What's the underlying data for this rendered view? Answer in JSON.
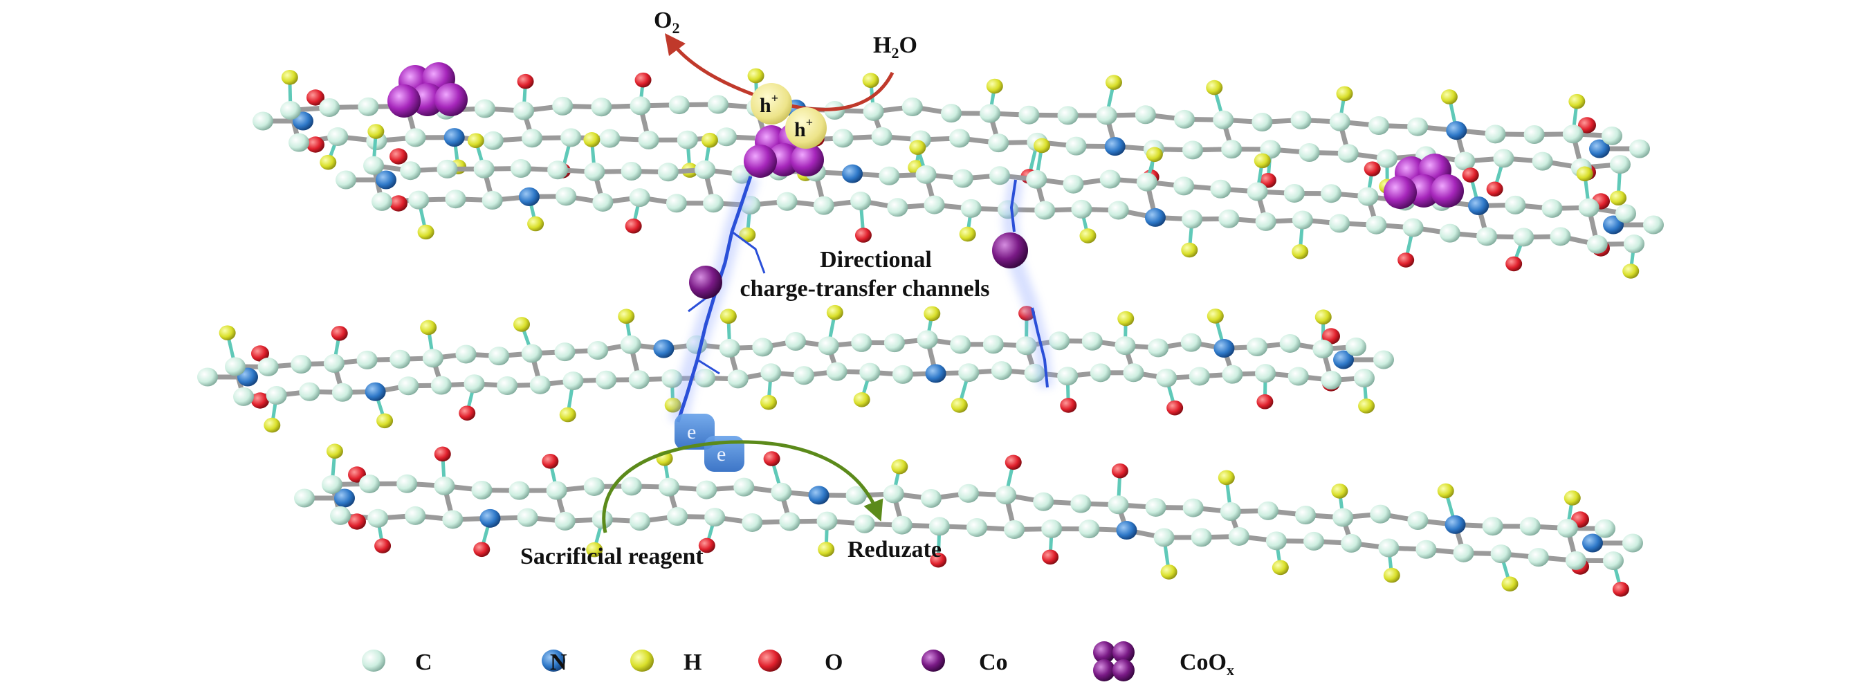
{
  "labels": {
    "o2": {
      "main": "O",
      "sub": "2"
    },
    "h2o": {
      "pre": "H",
      "sub": "2",
      "post": "O"
    },
    "hole": {
      "main": "h",
      "sup": "+"
    },
    "electron": "e",
    "channels_line1": "Directional",
    "channels_line2": "charge-transfer channels",
    "sacrificial": "Sacrificial reagent",
    "reduzate": "Reduzate"
  },
  "legend": {
    "items": [
      {
        "label": "C",
        "color": "#cdeee0",
        "kind": "atom"
      },
      {
        "label": "N",
        "color": "#2e78c8",
        "kind": "atom"
      },
      {
        "label": "H",
        "color": "#d9df2a",
        "kind": "atom"
      },
      {
        "label": "O",
        "color": "#e0202c",
        "kind": "atom"
      },
      {
        "label": "Co",
        "color": "#7a1a86",
        "kind": "atom"
      },
      {
        "label": "CoO",
        "sub": "x",
        "color": "#8a1f96",
        "kind": "cluster"
      }
    ]
  },
  "colors": {
    "carbon": "#cdeee0",
    "nitrogen": "#2e78c8",
    "hydrogen": "#d9df2a",
    "oxygen": "#e0202c",
    "cobalt": "#7a1a86",
    "cobalt_oxide": "#a626bb",
    "bond": "#9a9a9a",
    "h_bond": "#5fc9b8",
    "hole": "#ede48a",
    "electron": "#3e7fd6",
    "red_arrow": "#c0392b",
    "green_arrow": "#5b8a1a",
    "channel": "#2a4fd8"
  }
}
